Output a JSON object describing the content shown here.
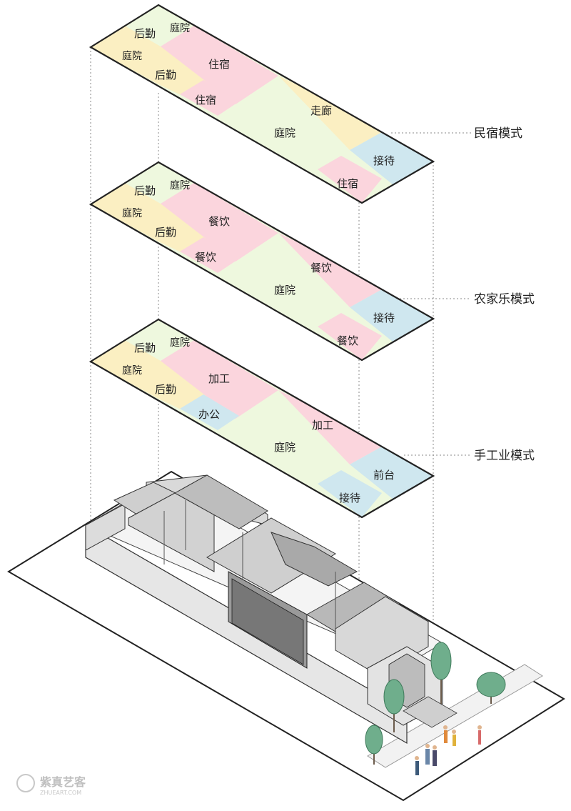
{
  "colors": {
    "houqin": "#fbefc2",
    "tingyuan": "#eef8de",
    "main": "#fbd5dd",
    "jiedai": "#cfe7ef",
    "zoulang": "#fbefc2"
  },
  "floors": [
    {
      "mode_label": "民宿模式",
      "zones": {
        "houqin_1": "后勤",
        "tingyuan_1": "庭院",
        "tingyuan_2": "庭院",
        "houqin_2": "后勤",
        "main_1": "住宿",
        "main_2": "住宿",
        "corridor": "走廊",
        "courtyard": "庭院",
        "reception": "接待",
        "small": "住宿"
      }
    },
    {
      "mode_label": "农家乐模式",
      "zones": {
        "houqin_1": "后勤",
        "tingyuan_1": "庭院",
        "tingyuan_2": "庭院",
        "houqin_2": "后勤",
        "main_1": "餐饮",
        "main_2": "餐饮",
        "corridor": "餐饮",
        "courtyard": "庭院",
        "reception": "接待",
        "small": "餐饮"
      }
    },
    {
      "mode_label": "手工业模式",
      "zones": {
        "houqin_1": "后勤",
        "tingyuan_1": "庭院",
        "tingyuan_2": "庭院",
        "houqin_2": "后勤",
        "main_1": "加工",
        "main_2": "办公",
        "corridor": "加工",
        "courtyard": "庭院",
        "reception": "前台",
        "small": "接待"
      }
    }
  ],
  "watermark": {
    "brand": "紫真艺客",
    "sub": "ZHUEART.COM"
  }
}
